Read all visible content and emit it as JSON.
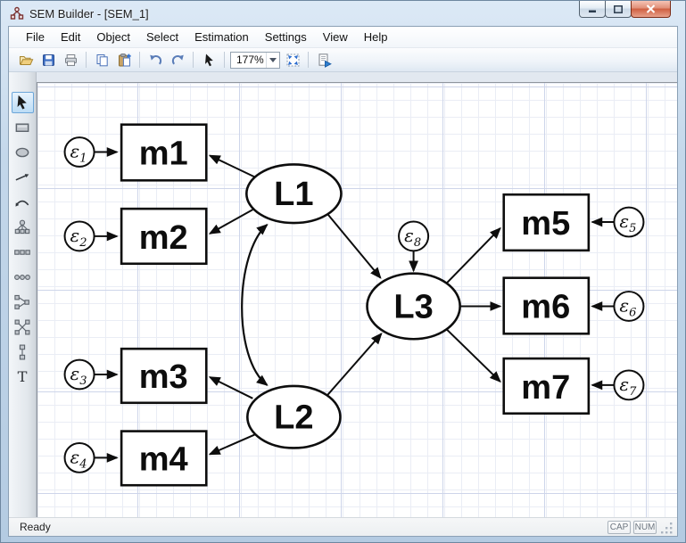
{
  "window": {
    "title": "SEM Builder - [SEM_1]",
    "app_icon": "sem-path-diagram-icon",
    "controls": [
      "minimize",
      "maximize",
      "close"
    ]
  },
  "menu": {
    "items": [
      "File",
      "Edit",
      "Object",
      "Select",
      "Estimation",
      "Settings",
      "View",
      "Help"
    ]
  },
  "toolbar": {
    "zoom_value": "177%",
    "buttons": [
      "open",
      "save",
      "print",
      "copy",
      "paste",
      "undo",
      "redo",
      "select-pointer",
      "zoom-level",
      "fit-in-window",
      "export"
    ]
  },
  "palette": {
    "selected_tool": "select",
    "tools": [
      "select",
      "add-observed-variable",
      "add-latent-variable",
      "add-path",
      "add-covariance",
      "add-measurement-model",
      "add-observed-variables-set",
      "add-latent-variables-set",
      "add-measurement-component",
      "add-covariances-set",
      "add-regression-component",
      "add-text"
    ],
    "text_tool_glyph": "T"
  },
  "diagram": {
    "observed": [
      "m1",
      "m2",
      "m3",
      "m4",
      "m5",
      "m6",
      "m7"
    ],
    "latent": [
      "L1",
      "L2",
      "L3"
    ],
    "errors": [
      {
        "symbol": "ε",
        "sub": "1"
      },
      {
        "symbol": "ε",
        "sub": "2"
      },
      {
        "symbol": "ε",
        "sub": "3"
      },
      {
        "symbol": "ε",
        "sub": "4"
      },
      {
        "symbol": "ε",
        "sub": "5"
      },
      {
        "symbol": "ε",
        "sub": "6"
      },
      {
        "symbol": "ε",
        "sub": "7"
      },
      {
        "symbol": "ε",
        "sub": "8"
      }
    ],
    "edges": [
      "ε1 → m1",
      "ε2 → m2",
      "ε3 → m3",
      "ε4 → m4",
      "L1 → m1",
      "L1 → m2",
      "L2 → m3",
      "L2 → m4",
      "L1 → L3",
      "L2 → L3",
      "ε8 → L3",
      "L3 → m5",
      "L3 → m6",
      "L3 → m7",
      "ε5 → m5",
      "ε6 → m6",
      "ε7 → m7"
    ],
    "covariances": [
      "L1 ↔ L2"
    ]
  },
  "statusbar": {
    "status": "Ready",
    "indicators": [
      "CAP",
      "NUM"
    ]
  }
}
